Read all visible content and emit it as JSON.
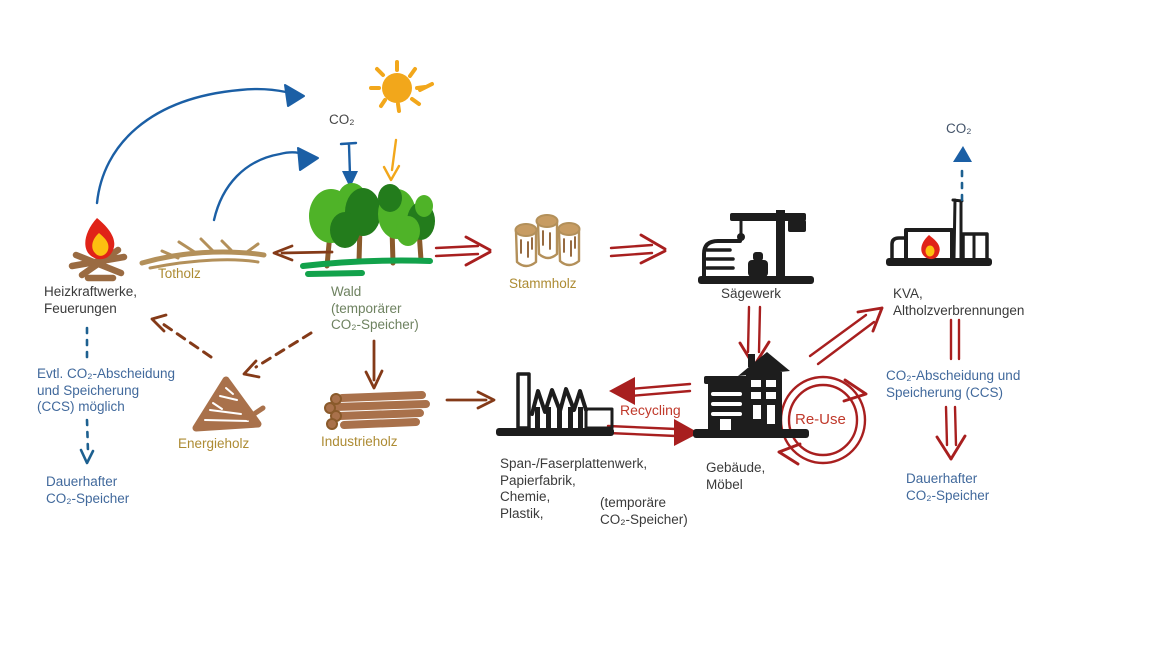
{
  "colors": {
    "arrow-red": "#a81f1f",
    "label-red": "#c0392b",
    "blue": "#1b5fa5",
    "blue-dash": "#1d6090",
    "slate": "#41699c",
    "slate-dark": "#44546a",
    "brown-dark": "#843a18",
    "tan": "#b3905a",
    "mid-brown": "#a9714b",
    "olive": "#ad8b33",
    "green-label": "#6e8260",
    "amber": "#f2a71b",
    "tree-bright": "#4fb328",
    "tree-dark": "#237c1c"
  },
  "icons": {
    "fire": "campfire-with-flame",
    "deadwood": "fallen-branch",
    "forest": "group-of-trees",
    "sun": "sun-with-rays",
    "logs": "three-standing-logs",
    "woodpile": "energy-wood-heap",
    "logstack": "stacked-industrial-logs",
    "sawmill": "building-with-crane",
    "factory": "sawtooth-roof-factory",
    "buildings": "house-and-tower",
    "incinerator": "plant-with-chimney-and-flame",
    "reuse_cycle": "circular-double-arrow"
  },
  "nodes": {
    "co2_top": {
      "text": "CO₂"
    },
    "co2_right": {
      "text": "CO₂"
    },
    "heizkraftwerke": {
      "text": "Heizkraftwerke,\nFeuerungen"
    },
    "totholz": {
      "text": "Totholz"
    },
    "wald": {
      "text": "Wald\n(temporärer\nCO₂-Speicher)"
    },
    "stammholz": {
      "text": "Stammholz"
    },
    "saegewerk": {
      "text": "Sägewerk"
    },
    "kva": {
      "text": "KVA,\nAltholzverbrennungen"
    },
    "ccs_left": {
      "text": "Evtl. CO₂-Abscheidung\nund Speicherung\n(CCS) möglich"
    },
    "dauerhaft_left": {
      "text": "Dauerhafter\nCO₂-Speicher"
    },
    "energieholz": {
      "text": "Energieholz"
    },
    "industrieholz": {
      "text": "Industrieholz"
    },
    "fabrik": {
      "text": "Span-/Faserplattenwerk,\nPapierfabrik,\nChemie,\nPlastik,"
    },
    "temp_speicher": {
      "text": "(temporäre\nCO₂-Speicher)"
    },
    "gebaeude": {
      "text": "Gebäude,\nMöbel"
    },
    "recycling": {
      "text": "Recycling"
    },
    "reuse": {
      "text": "Re-Use"
    },
    "ccs_right": {
      "text": "CO₂-Abscheidung und\nSpeicherung (CCS)"
    },
    "dauerhaft_right": {
      "text": "Dauerhafter\nCO₂-Speicher"
    }
  },
  "flows": [
    {
      "from": "Heizkraftwerke, Feuerungen",
      "to": "CO₂",
      "color": "blue",
      "style": "curved"
    },
    {
      "from": "Totholz",
      "to": "CO₂",
      "color": "blue",
      "style": "curved"
    },
    {
      "from": "CO₂",
      "to": "Wald",
      "color": "blue",
      "style": "solid"
    },
    {
      "from": "Sonne",
      "to": "Wald",
      "color": "yellow",
      "style": "solid"
    },
    {
      "from": "Wald",
      "to": "Totholz",
      "color": "brown",
      "style": "solid"
    },
    {
      "from": "Wald",
      "to": "Energieholz",
      "color": "brown",
      "style": "dashed"
    },
    {
      "from": "Energieholz",
      "to": "Heizkraftwerke, Feuerungen",
      "color": "brown",
      "style": "dashed"
    },
    {
      "from": "Wald",
      "to": "Industrieholz",
      "color": "brown",
      "style": "solid"
    },
    {
      "from": "Industrieholz",
      "to": "Span-/Faserplattenwerk",
      "color": "brown",
      "style": "solid"
    },
    {
      "from": "Wald",
      "to": "Stammholz",
      "color": "red",
      "style": "double"
    },
    {
      "from": "Stammholz",
      "to": "Sägewerk",
      "color": "red",
      "style": "double"
    },
    {
      "from": "Sägewerk",
      "to": "Gebäude, Möbel",
      "color": "red",
      "style": "double"
    },
    {
      "from": "Gebäude, Möbel",
      "to": "Span-/Faserplattenwerk",
      "color": "red",
      "style": "double",
      "label": "Recycling"
    },
    {
      "from": "Span-/Faserplattenwerk",
      "to": "Gebäude, Möbel",
      "color": "red",
      "style": "double"
    },
    {
      "from": "Gebäude, Möbel",
      "to": "Gebäude, Möbel",
      "color": "red",
      "style": "cycle",
      "label": "Re-Use"
    },
    {
      "from": "Gebäude, Möbel",
      "to": "KVA, Altholzverbrennungen",
      "color": "red",
      "style": "double"
    },
    {
      "from": "KVA, Altholzverbrennungen",
      "to": "CO₂-Abscheidung und Speicherung (CCS)",
      "color": "red",
      "style": "double"
    },
    {
      "from": "CO₂-Abscheidung und Speicherung (CCS)",
      "to": "Dauerhafter CO₂-Speicher",
      "color": "red",
      "style": "double"
    },
    {
      "from": "KVA, Altholzverbrennungen",
      "to": "CO₂",
      "color": "blue",
      "style": "dashed"
    },
    {
      "from": "Heizkraftwerke, Feuerungen",
      "to": "Evtl. CCS",
      "color": "blue",
      "style": "dashed"
    },
    {
      "from": "Evtl. CCS",
      "to": "Dauerhafter CO₂-Speicher",
      "color": "blue",
      "style": "dashed"
    }
  ]
}
